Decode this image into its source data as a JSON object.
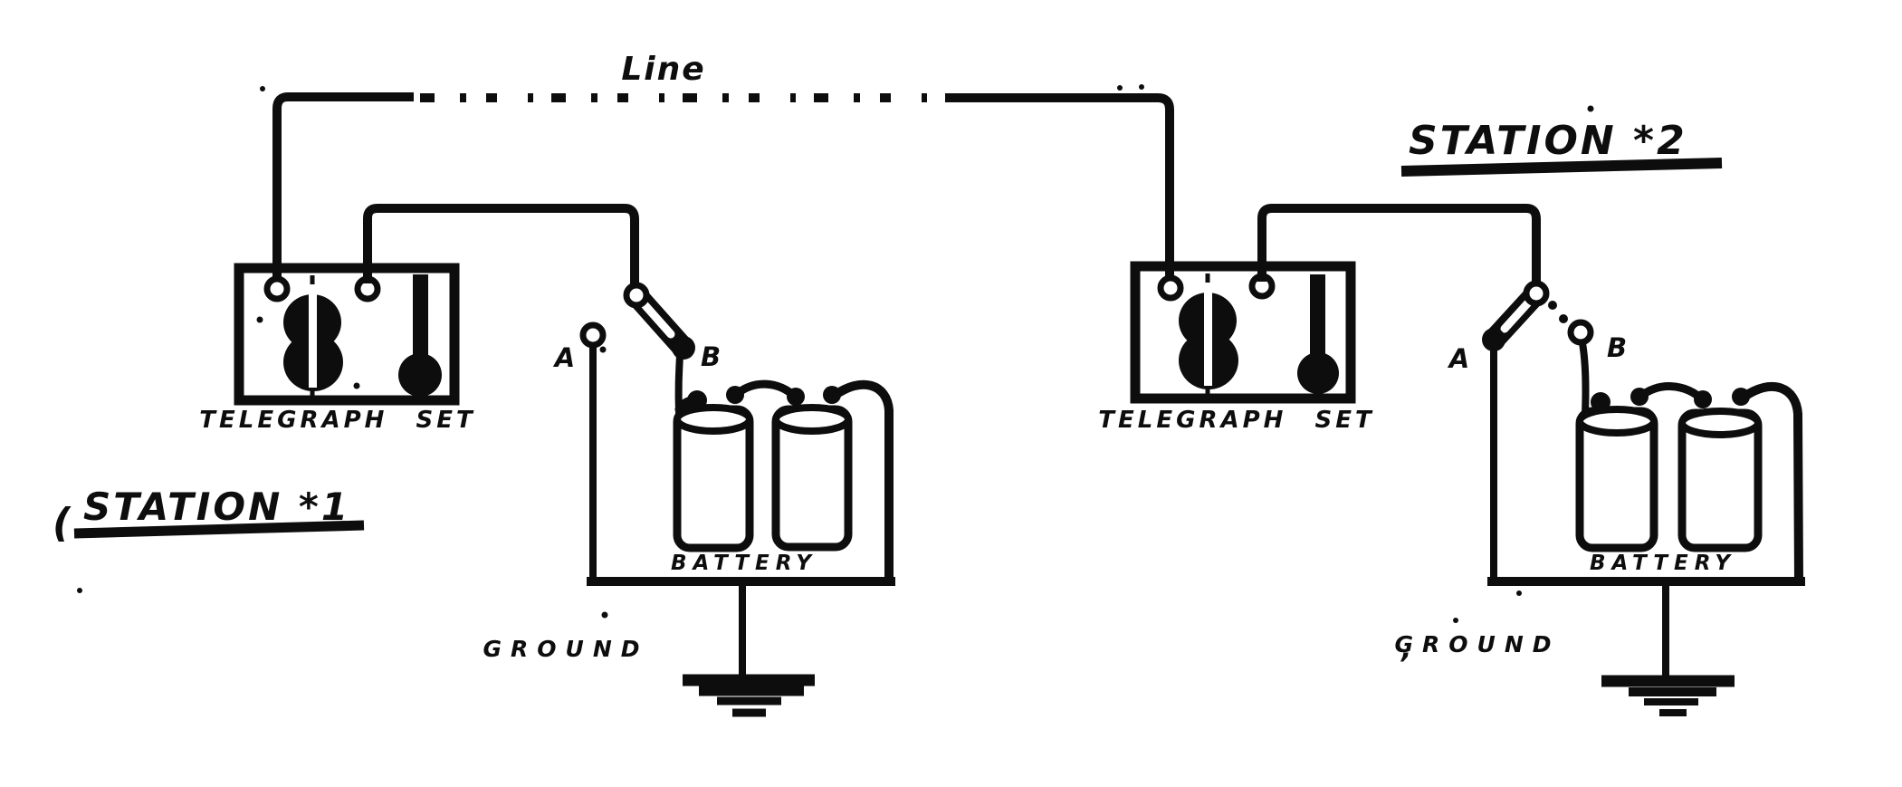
{
  "diagram": {
    "type": "telegraph-line-circuit",
    "ink_color": "#0d0d0d",
    "paper_color": "#ffffff",
    "line_label": "Line",
    "stations": [
      {
        "name": "STATION *1",
        "stray_mark": "(",
        "components": {
          "telegraph_set": "TELEGRAPH SET",
          "battery": "BATTERY",
          "ground": "GROUND",
          "switch_contact_a": "A",
          "switch_contact_b": "B"
        }
      },
      {
        "name": "STATION *2",
        "stray_mark": ",",
        "components": {
          "telegraph_set": "TELEGRAPH SET",
          "battery": "BATTERY",
          "ground": "GROUND",
          "switch_contact_a": "A",
          "switch_contact_b": "B"
        }
      }
    ]
  }
}
